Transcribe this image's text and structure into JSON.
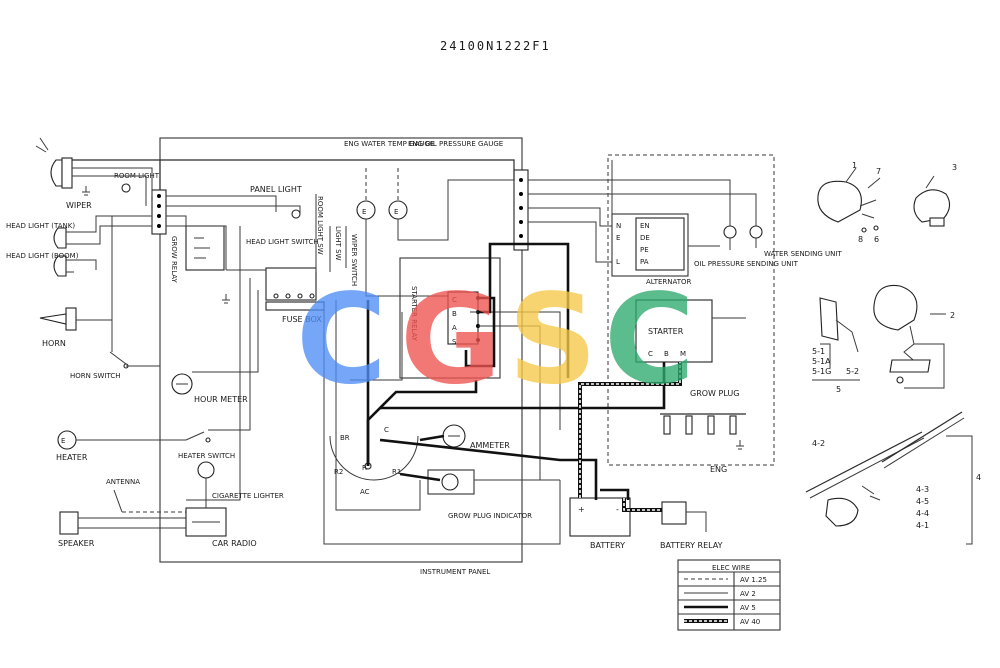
{
  "diagram": {
    "code": "24100N1222F1",
    "watermark": {
      "letters": [
        "C",
        "G",
        "S",
        "C"
      ],
      "colors": [
        "#4f8ef5",
        "#ef5350",
        "#f7c948",
        "#2eaa6e"
      ]
    },
    "labels": {
      "wiper": "WIPER",
      "room_light": "ROOM LIGHT",
      "panel_light": "PANEL LIGHT",
      "head_light_tank": "HEAD LIGHT (TANK)",
      "head_light_boom": "HEAD LIGHT (BOOM)",
      "horn": "HORN",
      "horn_switch": "HORN SWITCH",
      "hour_meter": "HOUR METER",
      "heater": "HEATER",
      "heater_switch": "HEATER SWITCH",
      "antenna": "ANTENNA",
      "cigarette_lighter": "CIGARETTE LIGHTER",
      "car_radio": "CAR RADIO",
      "speaker": "SPEAKER",
      "head_light_switch": "HEAD LIGHT SWITCH",
      "fuse_box": "FUSE BOX",
      "eng_water_temp_gauge": "ENG WATER TEMP GAUGE",
      "eng_oil_pressure_gauge": "ENG OIL PRESSURE GAUGE",
      "room_light_sw": "ROOM LIGHT SW",
      "light_sw": "LIGHT SW",
      "wiper_switch": "WIPER SWITCH",
      "glow_relay": "GROW RELAY",
      "starter_relay": "STARTER RELAY",
      "ammeter": "AMMETER",
      "glow_plug_indicator": "GROW PLUG INDICATOR",
      "instrument_panel": "INSTRUMENT PANEL",
      "alternator": "ALTERNATOR",
      "oil_pressure_sending_unit": "OIL PRESSURE SENDING UNIT",
      "water_sending_unit": "WATER SENDING UNIT",
      "starter": "STARTER",
      "glow_plug": "GROW PLUG",
      "eng": "ENG",
      "battery": "BATTERY",
      "battery_relay": "BATTERY RELAY"
    },
    "terminals": {
      "alternator": [
        "EN",
        "DE",
        "PE",
        "PA"
      ],
      "alternator_left": [
        "N",
        "E",
        "L"
      ],
      "starter_relay": [
        "C",
        "B",
        "A",
        "S"
      ],
      "key_switch": [
        "BR",
        "C",
        "R",
        "R2",
        "R1",
        "AC"
      ],
      "starter": [
        "C",
        "B",
        "M"
      ]
    },
    "elec_wire": {
      "title": "ELEC WIRE",
      "rows": [
        {
          "style": "dashed",
          "size": "AV 1.25"
        },
        {
          "style": "thin",
          "size": "AV 2"
        },
        {
          "style": "thick",
          "size": "AV 5"
        },
        {
          "style": "cable",
          "size": "AV 40"
        }
      ]
    },
    "parts": {
      "p1": "1",
      "p7": "7",
      "p8": "8",
      "p6": "6",
      "p3": "3",
      "p2": "2",
      "p5_1": "5-1",
      "p5_1a": "5-1A",
      "p5_1g": "5-1G",
      "p5_2": "5-2",
      "p5": "5",
      "p4_2": "4-2",
      "p4_3": "4-3",
      "p4_5": "4-5",
      "p4_4": "4-4",
      "p4_1": "4-1",
      "p4": "4"
    }
  }
}
